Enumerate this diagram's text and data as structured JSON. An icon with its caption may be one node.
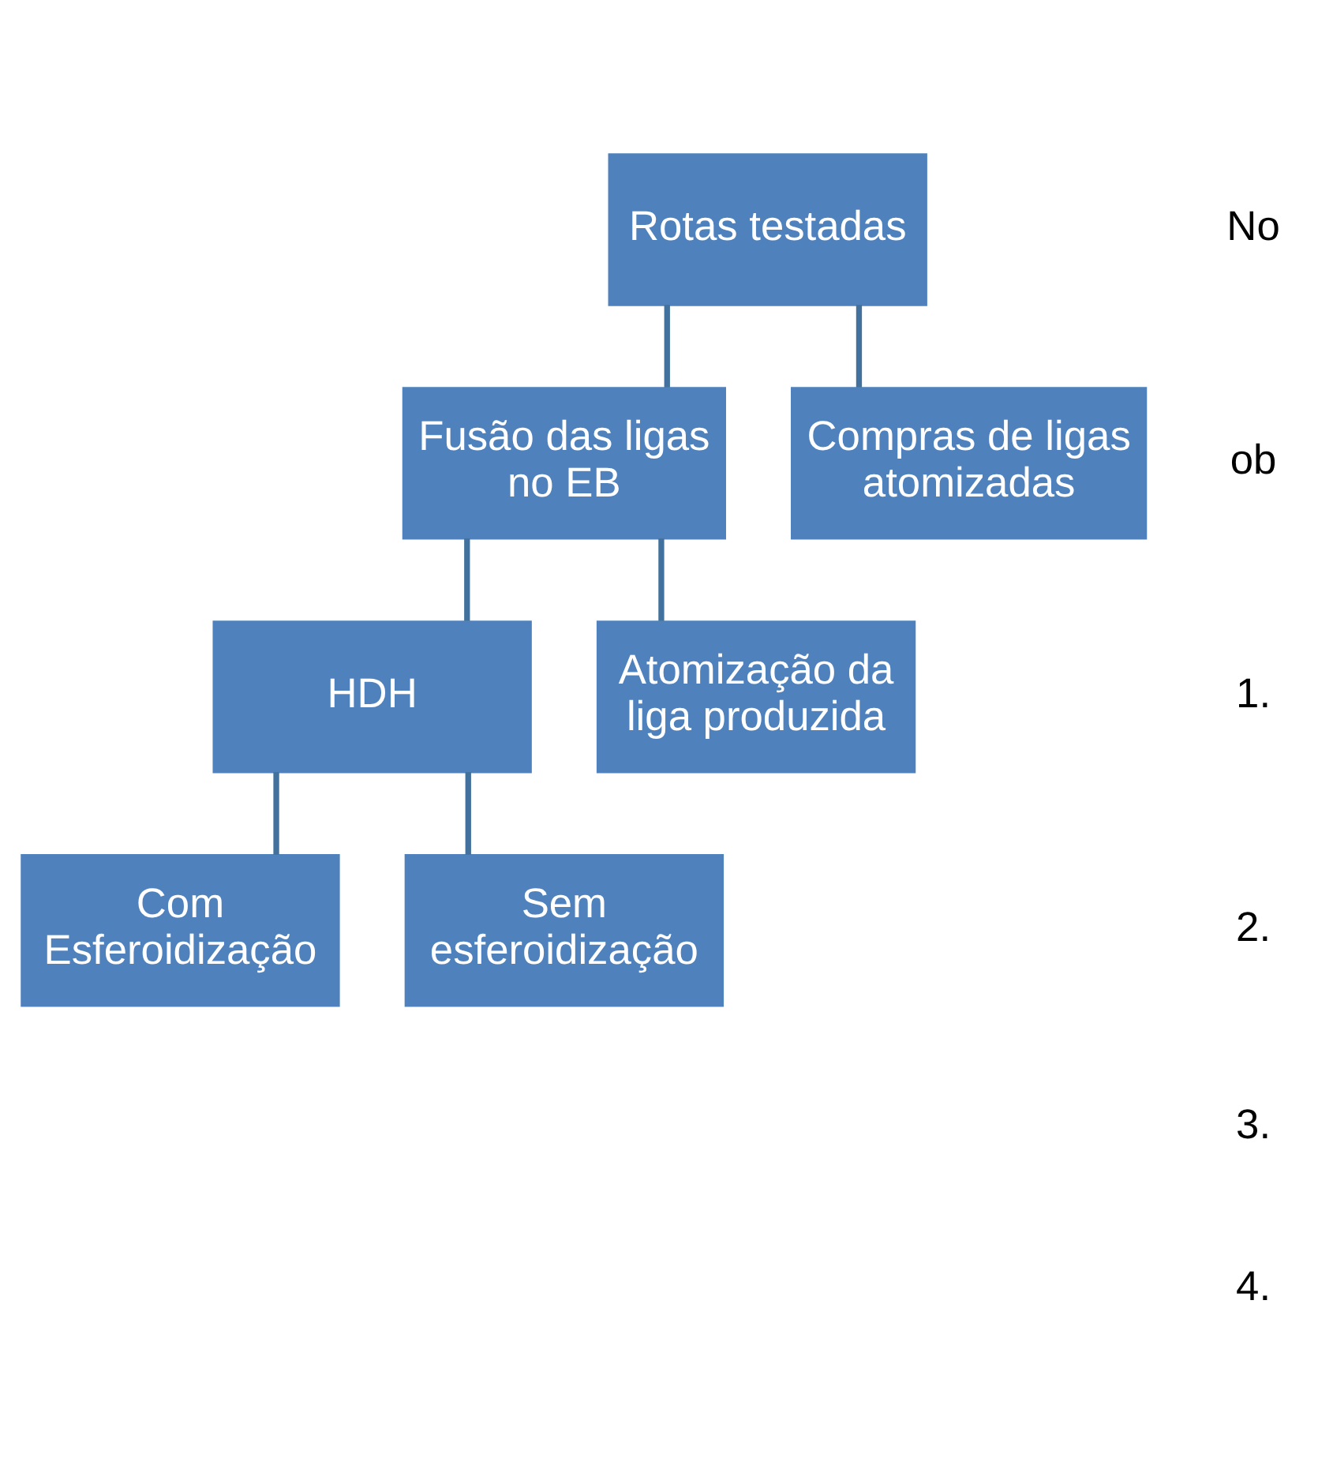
{
  "diagram": {
    "nodes": [
      {
        "text": [
          "Rotas testadas"
        ]
      },
      {
        "text": [
          "Fusão das ligas no EB"
        ]
      },
      {
        "text": [
          "Compras de ligas atomizadas"
        ]
      },
      {
        "text": [
          "HDH"
        ]
      },
      {
        "text": [
          "Atomização da liga produzida"
        ]
      },
      {
        "text": [
          "Com Esferoidização"
        ]
      },
      {
        "text": [
          "Sem esferoidização"
        ]
      }
    ],
    "edges": [
      {
        "from": 0,
        "to": 1,
        "arrow": "none"
      },
      {
        "from": 0,
        "to": 2,
        "arrow": "none"
      },
      {
        "from": 1,
        "to": 3,
        "arrow": "none"
      },
      {
        "from": 1,
        "to": 4,
        "arrow": "none"
      },
      {
        "from": 3,
        "to": 5,
        "arrow": "none"
      },
      {
        "from": 3,
        "to": 6,
        "arrow": "none"
      }
    ],
    "labels": [
      "No",
      "ob",
      "1.",
      "2.",
      "3.",
      "4."
    ]
  }
}
